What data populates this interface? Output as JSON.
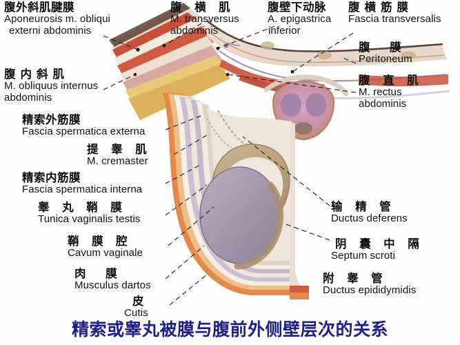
{
  "figure": {
    "title_cn": "精索或睾丸被膜与腹前外侧壁层次的关系",
    "accent_color": "#1d1d8f",
    "background": "#fefefe",
    "palette": {
      "muscle_red": "#c4462f",
      "muscle_red_light": "#d9694e",
      "fat_yellow": "#e8c46a",
      "skin_orange": "#e08a4d",
      "fascia_cream": "#f2e3d2",
      "peritoneum_lavender": "#b9aec6",
      "testis_purple": "#a294ab",
      "epididymis_tan": "#b9a183",
      "outline_dark": "#6b4a3a"
    }
  },
  "labels": {
    "aponeurosis_ext_oblique": {
      "cn": "腹外斜肌腱膜",
      "la_line1": "Aponeurosis m. obliqui",
      "la_line2": "externi abdominis"
    },
    "internal_oblique": {
      "cn": "腹内斜肌",
      "la_line1": "M. obliquus internus",
      "la_line2": "abdominis"
    },
    "transversus_abdominis": {
      "cn": "腹 横 肌",
      "la_line1": "M. transversus",
      "la_line2": "abdominis"
    },
    "inferior_epigastric_artery": {
      "cn": "腹壁下动脉",
      "la_line1": "A. epigastrica",
      "la_line2": "inferior"
    },
    "fascia_transversalis": {
      "cn": "腹横筋膜",
      "la_line1": "Fascia transversalis"
    },
    "peritoneum": {
      "cn": "腹 膜",
      "la_line1": "Peritoneum"
    },
    "rectus_abdominis": {
      "cn": "腹 直 肌",
      "la_line1": "M. rectus",
      "la_line2": "abdominis"
    },
    "fascia_spermatica_externa": {
      "cn": "精索外筋膜",
      "la_line1": "Fascia spermatica externa"
    },
    "cremaster": {
      "cn": "提 睾 肌",
      "la_line1": "M. cremaster"
    },
    "fascia_spermatica_interna": {
      "cn": "精索内筋膜",
      "la_line1": "Fascia spermatica interna"
    },
    "tunica_vaginalis_testis": {
      "cn": "睾 丸 鞘 膜",
      "la_line1": "Tunica vaginalis testis"
    },
    "cavum_vaginale": {
      "cn": "鞘 膜 腔",
      "la_line1": "Cavum vaginale"
    },
    "musculus_dartos": {
      "cn": "肉 膜",
      "la_line1": "Musculus dartos"
    },
    "cutis": {
      "cn": "皮",
      "la_line1": "Cutis"
    },
    "ductus_deferens": {
      "cn": "输 精 管",
      "la_line1": "Ductus deferens"
    },
    "septum_scroti": {
      "cn": "阴 囊 中 隔",
      "la_line1": "Septum scroti"
    },
    "ductus_epididymidis": {
      "cn": "附 睾 管",
      "la_line1": "Ductus epididymidis"
    }
  }
}
